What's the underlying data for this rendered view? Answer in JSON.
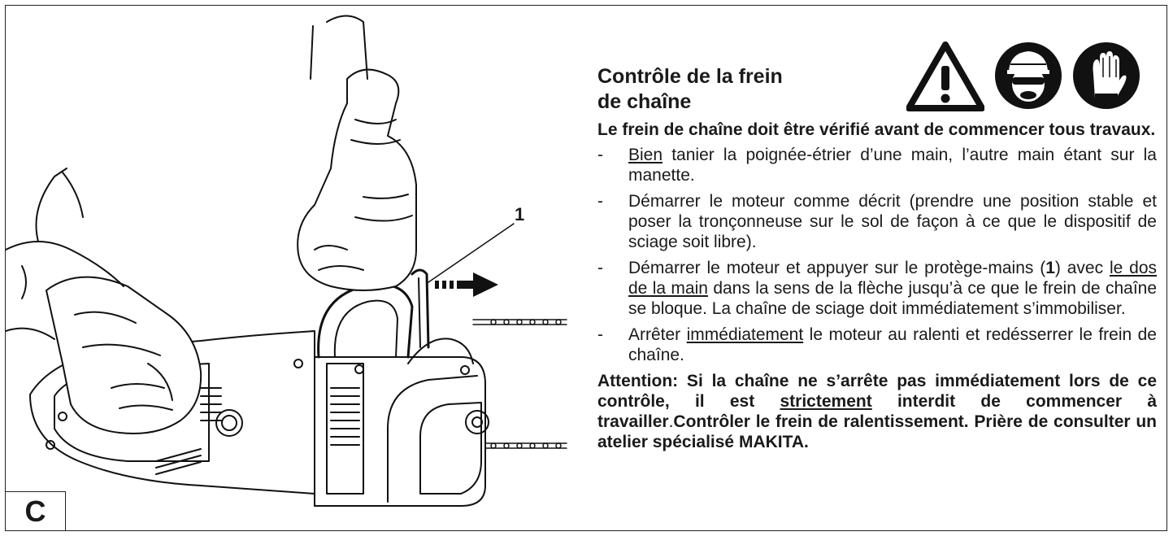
{
  "section_label": "C",
  "callout_number": "1",
  "title_line1": "Contrôle de la frein",
  "title_line2": "de chaîne",
  "intro": "Le frein de chaîne doit être vérifié avant de commencer tous travaux.",
  "dash": "-",
  "steps": [
    {
      "u": "Bien",
      "rest": " tanier la poignée-étrier d’une main, l’autre main étant sur la manette."
    },
    {
      "text": "Démarrer le moteur comme décrit (prendre une position stable et poser la tronçonneuse sur le sol de façon à ce que le dispositif de sciage soit libre)."
    },
    {
      "a": "Démarrer le moteur et appuyer sur le protège-mains (",
      "b": "1",
      "c": ") avec ",
      "u": "le dos de la main",
      "d": " dans la sens de la flèche jusqu’à ce que le frein de chaîne se bloque. La chaîne de sciage doit immédiatement s’immobiliser."
    },
    {
      "a": "Arrêter  ",
      "u": "immédiatement",
      "rest": " le moteur au ralenti et redésserrer le frein de chaîne."
    }
  ],
  "warning": {
    "a": "Attention: Si la chaîne ne s’arrête pas immédiatement lors de ce contrôle, il est ",
    "u": "strictement",
    "b": " interdit de commencer à travailler",
    "c": ".",
    "d": "Contrôler le frein de ralentissement. Prière de consulter un atelier spécialisé MAKITA."
  },
  "icons": [
    "warning-triangle-icon",
    "face-protection-icon",
    "gloves-icon"
  ]
}
